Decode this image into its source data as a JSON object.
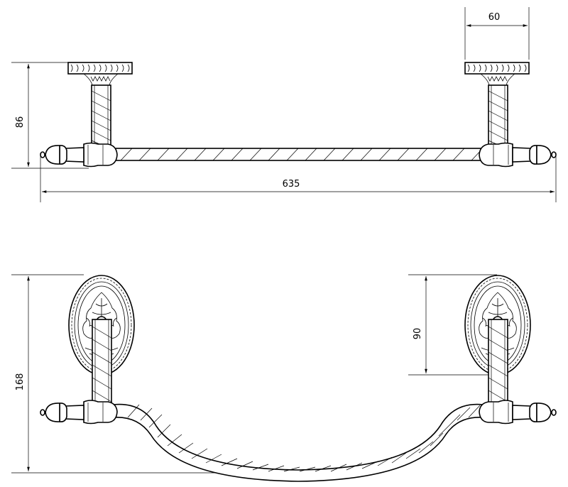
{
  "dimensions": {
    "top_width": "60",
    "height_top": "86",
    "overall_length": "635",
    "bracket_height": "90",
    "total_height": "168"
  }
}
